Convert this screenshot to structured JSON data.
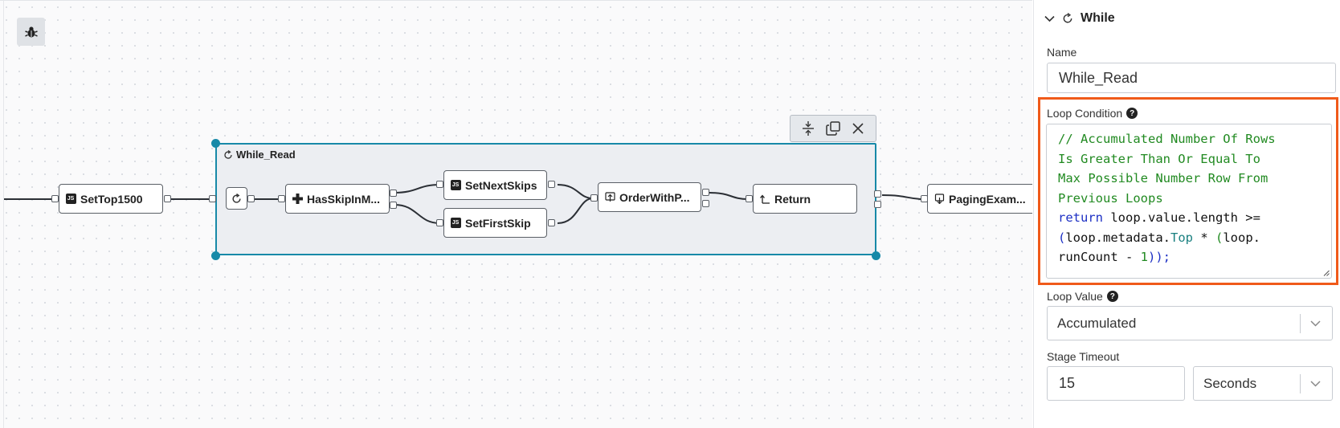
{
  "canvas": {
    "nodes": {
      "set_top": "SetTop1500",
      "has_skip": "HasSkipInM...",
      "set_next_skips": "SetNextSkips",
      "set_first_skip": "SetFirstSkip",
      "order_with": "OrderWithP...",
      "return": "Return",
      "paging_exam": "PagingExam..."
    },
    "group_title": "While_Read",
    "js_badge": "JS"
  },
  "panel": {
    "header_title": "While",
    "name_label": "Name",
    "name_value": "While_Read",
    "loop_condition_label": "Loop Condition",
    "loop_condition_code": {
      "line1": "// Accumulated Number Of Rows",
      "line2": "Is Greater Than Or Equal To",
      "line3": "Max Possible Number Row From",
      "line4": "Previous Loops",
      "kw_return": "return",
      "line5_rest": " loop.value.length >=",
      "line6_open": "(",
      "line6_mid": "loop.metadata.",
      "line6_prop": "Top",
      "line6_rest": " * ",
      "line6_paren": "(",
      "line6_end": "loop.",
      "line7_a": "runCount - ",
      "line7_num": "1",
      "line7_b": "));"
    },
    "loop_value_label": "Loop Value",
    "loop_value_selected": "Accumulated",
    "stage_timeout_label": "Stage Timeout",
    "stage_timeout_value": "15",
    "stage_timeout_unit": "Seconds",
    "help_glyph": "?"
  },
  "colors": {
    "accent": "#1789a8",
    "highlight": "#f05a1a",
    "code_comment": "#218a21",
    "code_keyword": "#1c2fc4"
  }
}
